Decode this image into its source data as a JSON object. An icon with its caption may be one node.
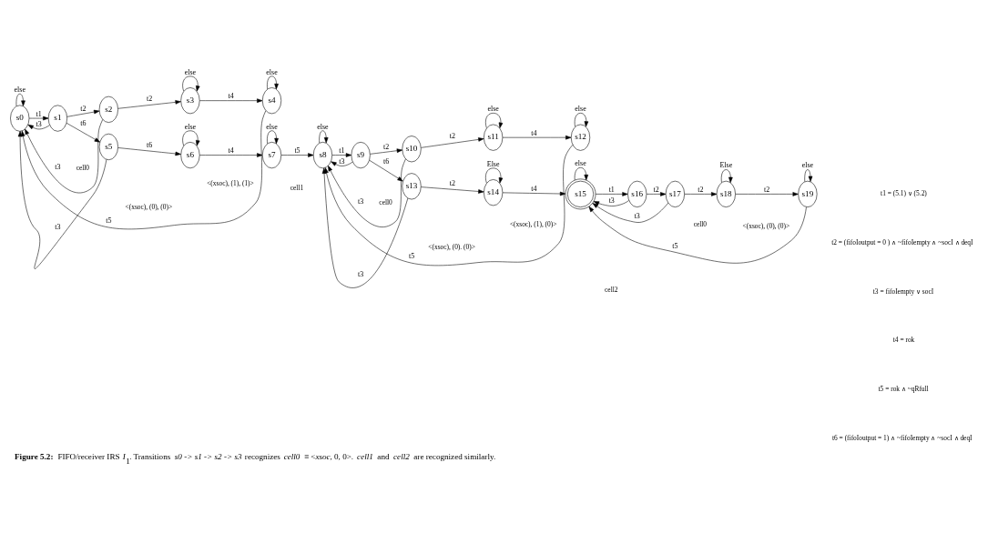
{
  "diagram": {
    "caption": "**Figure 5.2:** FIFO/receiver IRS *I*$_{1}$. Transitions *s0 -> s1 -> s2 -> s3* recognizes *cell0* ≡ <*xsoc*, 0, 0>. *cell1* and *cell2* are recognized similarly.",
    "nodes": [
      {
        "text": [
          "s0"
        ]
      },
      {
        "text": [
          "s1"
        ]
      },
      {
        "text": [
          "s2"
        ]
      },
      {
        "text": [
          "s3"
        ]
      },
      {
        "text": [
          "s4"
        ]
      },
      {
        "text": [
          "s5"
        ]
      },
      {
        "text": [
          "s6"
        ]
      },
      {
        "text": [
          "s7"
        ]
      },
      {
        "text": [
          "s8"
        ]
      },
      {
        "text": [
          "s9"
        ]
      },
      {
        "text": [
          "s10"
        ]
      },
      {
        "text": [
          "s11"
        ]
      },
      {
        "text": [
          "s12"
        ]
      },
      {
        "text": [
          "s13"
        ]
      },
      {
        "text": [
          "s14"
        ]
      },
      {
        "text": [
          "s15"
        ]
      },
      {
        "text": [
          "s16"
        ]
      },
      {
        "text": [
          "s17"
        ]
      },
      {
        "text": [
          "s18"
        ]
      },
      {
        "text": [
          "s19"
        ]
      }
    ],
    "edges": [
      {
        "from": 0,
        "to": 0,
        "arrow": "to",
        "label": "else"
      },
      {
        "from": 0,
        "to": 1,
        "arrow": "to",
        "label": "t1"
      },
      {
        "from": 1,
        "to": 2,
        "arrow": "to",
        "label": "t2"
      },
      {
        "from": 2,
        "to": 3,
        "arrow": "to",
        "label": "t2"
      },
      {
        "from": 3,
        "to": 3,
        "arrow": "to",
        "label": "else"
      },
      {
        "from": 3,
        "to": 4,
        "arrow": "to",
        "label": "t4"
      },
      {
        "from": 4,
        "to": 4,
        "arrow": "to",
        "label": "else"
      },
      {
        "from": 4,
        "to": 0,
        "arrow": "to",
        "label": "t5"
      },
      {
        "from": 1,
        "to": 0,
        "arrow": "to",
        "label": "t3"
      },
      {
        "from": 2,
        "to": 0,
        "arrow": "to",
        "label": "t3"
      },
      {
        "from": 5,
        "to": 0,
        "arrow": "to",
        "label": "t3"
      },
      {
        "from": 1,
        "to": 5,
        "arrow": "to",
        "label": "t6"
      },
      {
        "from": 5,
        "to": 6,
        "arrow": "to",
        "label": "t6"
      },
      {
        "from": 6,
        "to": 6,
        "arrow": "to",
        "label": "else"
      },
      {
        "from": 6,
        "to": 7,
        "arrow": "to",
        "label": "t4"
      },
      {
        "from": 7,
        "to": 7,
        "arrow": "to",
        "label": "else"
      },
      {
        "from": 7,
        "to": 8,
        "arrow": "to",
        "label": "t5"
      },
      {
        "from": 8,
        "to": 8,
        "arrow": "to",
        "label": "else"
      },
      {
        "from": 8,
        "to": 9,
        "arrow": "to",
        "label": "t1"
      },
      {
        "from": 9,
        "to": 10,
        "arrow": "to",
        "label": "t2"
      },
      {
        "from": 10,
        "to": 11,
        "arrow": "to",
        "label": "t2"
      },
      {
        "from": 11,
        "to": 11,
        "arrow": "to",
        "label": "else"
      },
      {
        "from": 11,
        "to": 12,
        "arrow": "to",
        "label": "t4"
      },
      {
        "from": 12,
        "to": 12,
        "arrow": "to",
        "label": "else"
      },
      {
        "from": 12,
        "to": 8,
        "arrow": "to",
        "label": "t5"
      },
      {
        "from": 9,
        "to": 8,
        "arrow": "to",
        "label": "t3"
      },
      {
        "from": 10,
        "to": 8,
        "arrow": "to",
        "label": "t3"
      },
      {
        "from": 13,
        "to": 8,
        "arrow": "to",
        "label": "t3"
      },
      {
        "from": 9,
        "to": 13,
        "arrow": "to",
        "label": "t6"
      },
      {
        "from": 13,
        "to": 14,
        "arrow": "to",
        "label": "t2"
      },
      {
        "from": 14,
        "to": 14,
        "arrow": "to",
        "label": "Else"
      },
      {
        "from": 14,
        "to": 15,
        "arrow": "to",
        "label": "t4"
      },
      {
        "from": 15,
        "to": 15,
        "arrow": "to",
        "label": "else"
      },
      {
        "from": 15,
        "to": 16,
        "arrow": "to",
        "label": "t1"
      },
      {
        "from": 16,
        "to": 15,
        "arrow": "to",
        "label": "t3"
      },
      {
        "from": 16,
        "to": 17,
        "arrow": "to",
        "label": "t2"
      },
      {
        "from": 17,
        "to": 18,
        "arrow": "to",
        "label": "t2"
      },
      {
        "from": 18,
        "to": 18,
        "arrow": "to",
        "label": "Else"
      },
      {
        "from": 18,
        "to": 19,
        "arrow": "to",
        "label": "t2"
      },
      {
        "from": 19,
        "to": 19,
        "arrow": "to",
        "label": "else"
      },
      {
        "from": 17,
        "to": 15,
        "arrow": "to",
        "label": "t3"
      },
      {
        "from": 19,
        "to": 15,
        "arrow": "to",
        "label": "t5"
      }
    ],
    "labels": [
      "cell0",
      "<(xsoc), (0), (0)>",
      "cell0",
      "<(xsoc), (0). (0)>",
      "cell0",
      "<(xsoc), (0), (0)>",
      "<(xsoc), (1), (1)>",
      "cell1",
      "<(xsoc), (1), (0)>",
      "cell2",
      "t1 = (5.1) ∨ (5.2)",
      "t2 = (fifoIoutput = 0 ) ∧ ~fifoIempty ∧ ~socI ∧ deqI",
      "t3 = fifoIempty ∨ socI",
      "t4 = rok",
      "t5 = rok ∧ ~qRfull",
      "t6 = (fifoIoutput = 1) ∧ ~fifoIempty ∧ ~socI ∧ deqI"
    ]
  }
}
